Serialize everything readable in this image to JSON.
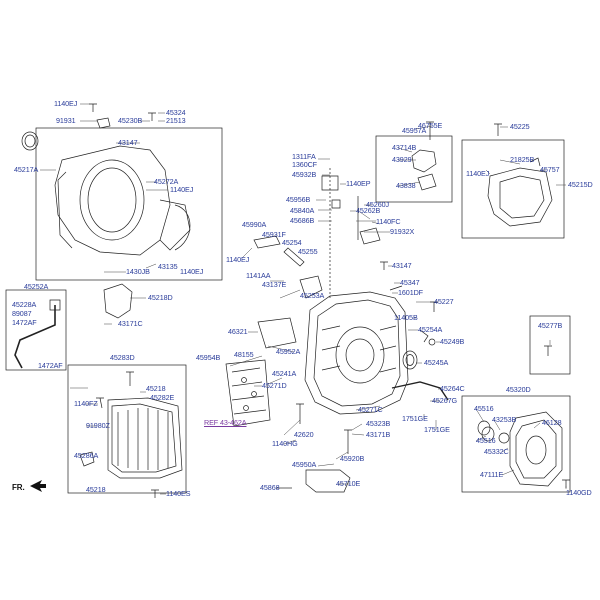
{
  "labels": {
    "l_1140EJ_a": "1140EJ",
    "l_45324": "45324",
    "l_91931": "91931",
    "l_45230B": "45230B",
    "l_21513": "21513",
    "l_43147_a": "43147",
    "l_45217A": "45217A",
    "l_45272A": "45272A",
    "l_1140EJ_b": "1140EJ",
    "l_1430JB": "1430JB",
    "l_43135": "43135",
    "l_1140EJ_c": "1140EJ",
    "l_45218D": "45218D",
    "l_43171C": "43171C",
    "l_45252A": "45252A",
    "l_45228A": "45228A",
    "l_89087": "89087",
    "l_1472AF_a": "1472AF",
    "l_1472AF_b": "1472AF",
    "l_45283D": "45283D",
    "l_45218_a": "45218",
    "l_45282E": "45282E",
    "l_1140FZ": "1140FZ",
    "l_91980Z": "91980Z",
    "l_45286A": "45286A",
    "l_45218_b": "45218",
    "l_1140ES": "1140ES",
    "l_FR": "FR.",
    "l_1311FA": "1311FA",
    "l_1360CF": "1360CF",
    "l_45932B": "45932B",
    "l_1140EP": "1140EP",
    "l_45956B": "45956B",
    "l_45840A": "45840A",
    "l_45686B": "45686B",
    "l_45990A": "45990A",
    "l_45931F": "45931F",
    "l_45254": "45254",
    "l_45255": "45255",
    "l_1140EJ_d": "1140EJ",
    "l_1141AA": "1141AA",
    "l_43137E": "43137E",
    "l_45253A": "45253A",
    "l_46321": "46321",
    "l_45954B": "45954B",
    "l_48155": "48155",
    "l_45952A": "45952A",
    "l_45271D": "45271D",
    "l_45241A": "45241A",
    "l_REF": "REF 43-462A",
    "l_42620": "42620",
    "l_1140HG": "1140HG",
    "l_45950A": "45950A",
    "l_45868": "45868",
    "l_45710E": "45710E",
    "l_45920B": "45920B",
    "l_43171B": "43171B",
    "l_45323B": "45323B",
    "l_45271C": "45271C",
    "l_46755E": "46755E",
    "l_45957A": "45957A",
    "l_43714B": "43714B",
    "l_43929": "43929",
    "l_43838": "43838",
    "l_45260J": "45260J",
    "l_45262B": "45262B",
    "l_1140FC": "1140FC",
    "l_91932X": "91932X",
    "l_43147_b": "43147",
    "l_45347": "45347",
    "l_1601DF": "1601DF",
    "l_45227": "45227",
    "l_11405B": "11405B",
    "l_45254A": "45254A",
    "l_45249B": "45249B",
    "l_45245A": "45245A",
    "l_45264C": "45264C",
    "l_45267G": "45267G",
    "l_1751GE_a": "1751GE",
    "l_1751GE_b": "1751GE",
    "l_45225": "45225",
    "l_21825B": "21825B",
    "l_1140EJ_e": "1140EJ",
    "l_45757": "45757",
    "l_45215D": "45215D",
    "l_45277B": "45277B",
    "l_45320D": "45320D",
    "l_45516_a": "45516",
    "l_43253B": "43253B",
    "l_45516_b": "45516",
    "l_46128": "46128",
    "l_45332C": "45332C",
    "l_47111E": "47111E",
    "l_1140GD": "1140GD"
  }
}
